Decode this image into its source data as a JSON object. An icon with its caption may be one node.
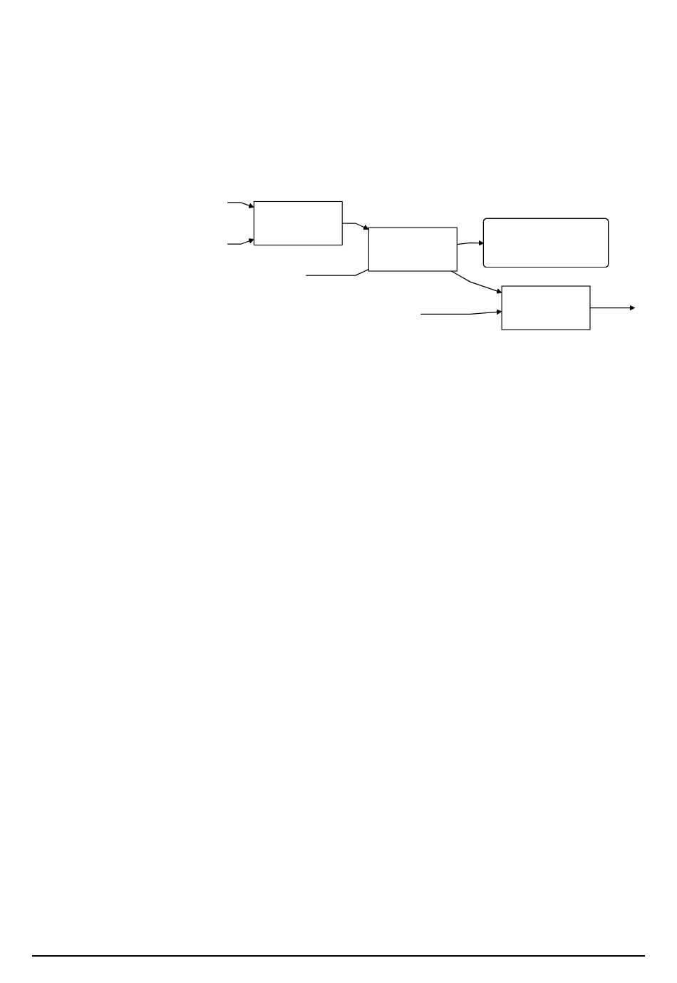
{
  "diagram": {
    "nodes": [
      {
        "text": [],
        "shape": "box"
      },
      {
        "text": [],
        "shape": "box"
      },
      {
        "text": [],
        "shape": "box"
      },
      {
        "text": [],
        "shape": "box"
      }
    ],
    "edges": [
      {
        "from": null,
        "to": 1,
        "arrow": "none"
      },
      {
        "from": null,
        "to": 0,
        "arrow": "to"
      },
      {
        "from": null,
        "to": 0,
        "arrow": "to"
      },
      {
        "from": 0,
        "to": 1,
        "arrow": "to"
      },
      {
        "from": 1,
        "to": 3,
        "arrow": "to"
      },
      {
        "from": 1,
        "to": 2,
        "arrow": "to"
      },
      {
        "from": 2,
        "to": null,
        "arrow": "to"
      },
      {
        "from": null,
        "to": 2,
        "arrow": "to"
      }
    ]
  }
}
